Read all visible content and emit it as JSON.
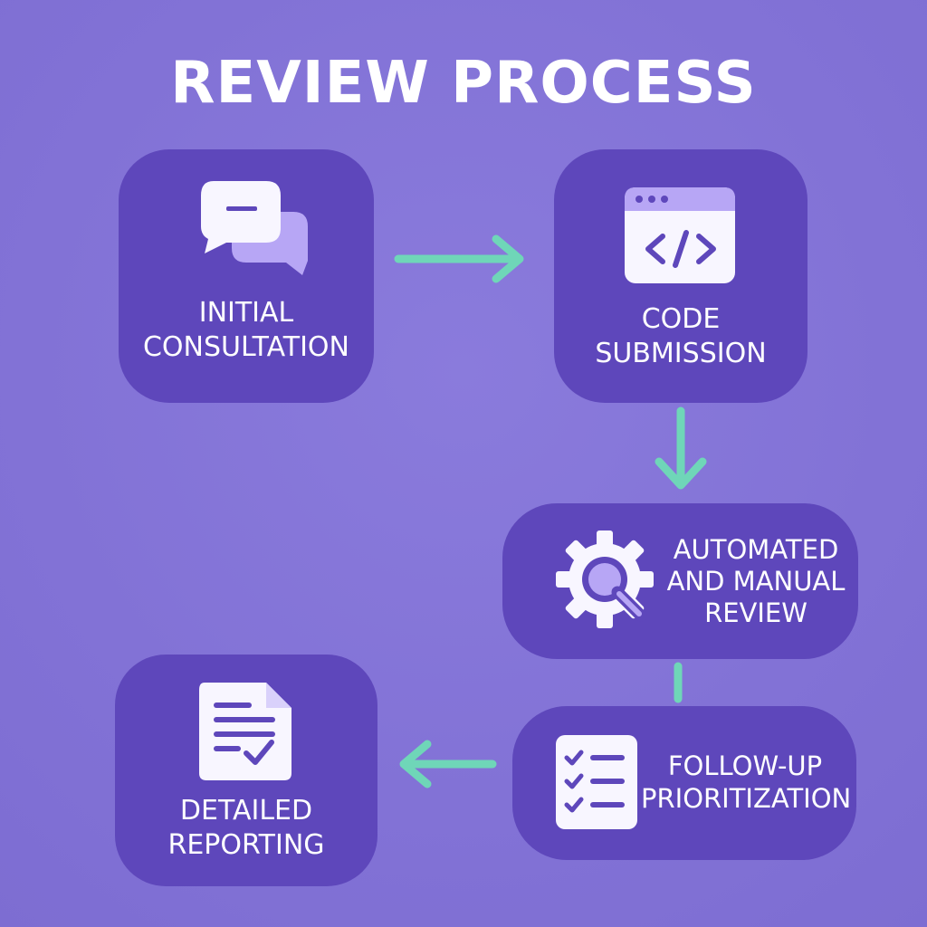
{
  "title": "REVIEW PROCESS",
  "colors": {
    "background": "#8474d8",
    "card": "#5e47bb",
    "arrow": "#6fd6b8",
    "icon_white": "#f8f6ff",
    "icon_lavender": "#b7a6f5",
    "text": "#ffffff"
  },
  "steps": [
    {
      "id": "initial-consultation",
      "icon": "chat-bubbles-icon",
      "lines": [
        "INITIAL",
        "CONSULTATION"
      ]
    },
    {
      "id": "code-submission",
      "icon": "code-window-icon",
      "lines": [
        "CODE",
        "SUBMISSION"
      ]
    },
    {
      "id": "automated-manual-review",
      "icon": "gear-magnifier-icon",
      "lines": [
        "AUTOMATED",
        "AND MANUAL",
        "REVIEW"
      ]
    },
    {
      "id": "follow-up-prioritization",
      "icon": "checklist-icon",
      "lines": [
        "FOLLOW-UP",
        "PRIORITIZATION"
      ]
    },
    {
      "id": "detailed-reporting",
      "icon": "document-check-icon",
      "lines": [
        "DETAILED",
        "REPORTING"
      ]
    }
  ],
  "connectors": [
    {
      "from": "initial-consultation",
      "to": "code-submission",
      "direction": "right"
    },
    {
      "from": "code-submission",
      "to": "automated-manual-review",
      "direction": "down"
    },
    {
      "from": "automated-manual-review",
      "to": "follow-up-prioritization",
      "direction": "down"
    },
    {
      "from": "follow-up-prioritization",
      "to": "detailed-reporting",
      "direction": "left"
    }
  ]
}
